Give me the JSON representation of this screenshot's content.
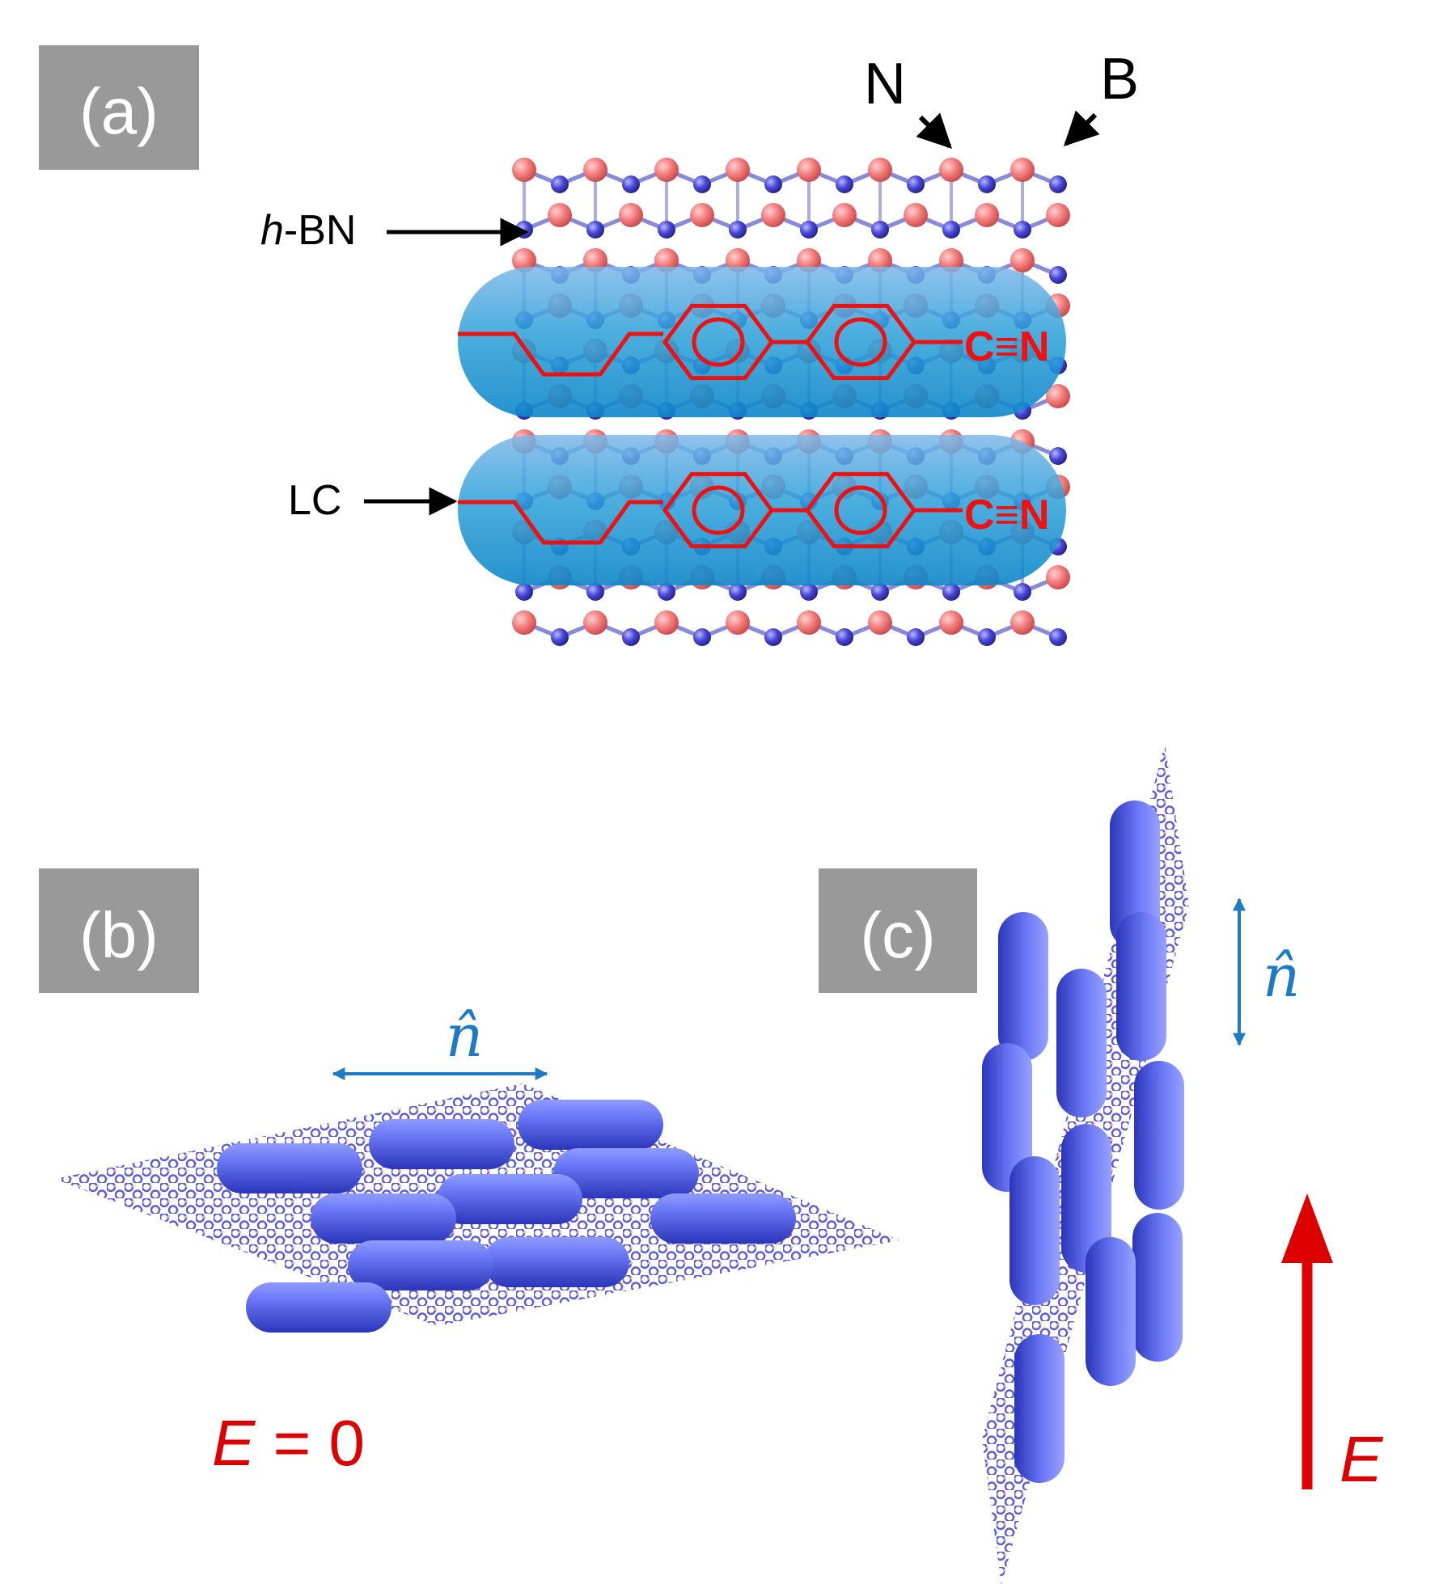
{
  "panels": {
    "a": {
      "label": "(a)"
    },
    "b": {
      "label": "(b)"
    },
    "c": {
      "label": "(c)"
    }
  },
  "labels": {
    "n_atom": "N",
    "b_atom": "B",
    "hbn_italic": "h",
    "hbn_rest": "-BN",
    "lc": "LC",
    "cn_group": "C≡N",
    "director": "n̂",
    "field_zero_e": "E",
    "field_zero_rest": " = 0",
    "field_e": "E"
  },
  "colors": {
    "panel_box": "#999999",
    "boron": "#f08080",
    "nitrogen": "#4a48d6",
    "molecule_line": "#ee1111",
    "lc_capsule": "#1a9ad6",
    "director_arrow": "#1f7ac4",
    "field": "#dd0000",
    "rod": "#5566ee"
  }
}
